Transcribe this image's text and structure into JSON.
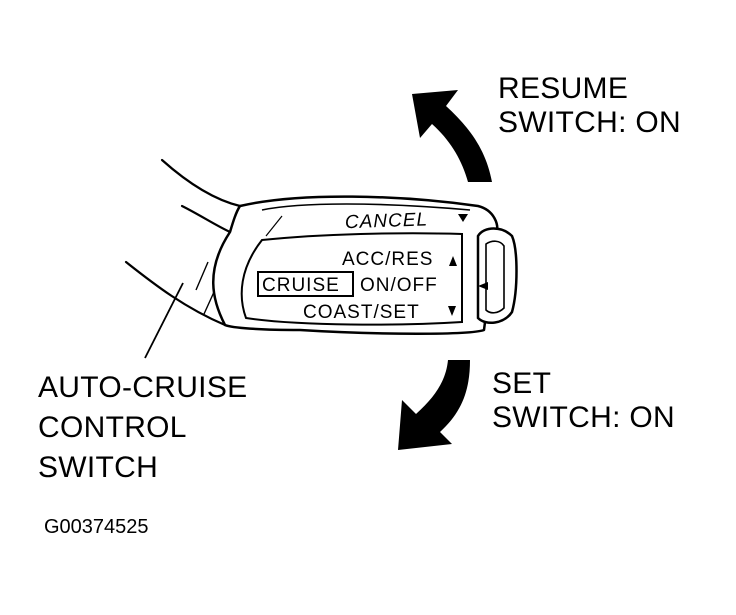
{
  "figure_id": "G00374525",
  "labels": {
    "resume": [
      "RESUME",
      "SWITCH: ON"
    ],
    "set": [
      "SET",
      "SWITCH: ON"
    ],
    "auto_cruise": [
      "AUTO-CRUISE",
      "CONTROL",
      "SWITCH"
    ]
  },
  "switch": {
    "cancel": "CANCEL",
    "acc_res": "ACC/RES",
    "cruise": "CRUISE",
    "on_off": "ON/OFF",
    "coast_set": "COAST/SET"
  },
  "colors": {
    "ink": "#000000",
    "paper": "#ffffff"
  }
}
